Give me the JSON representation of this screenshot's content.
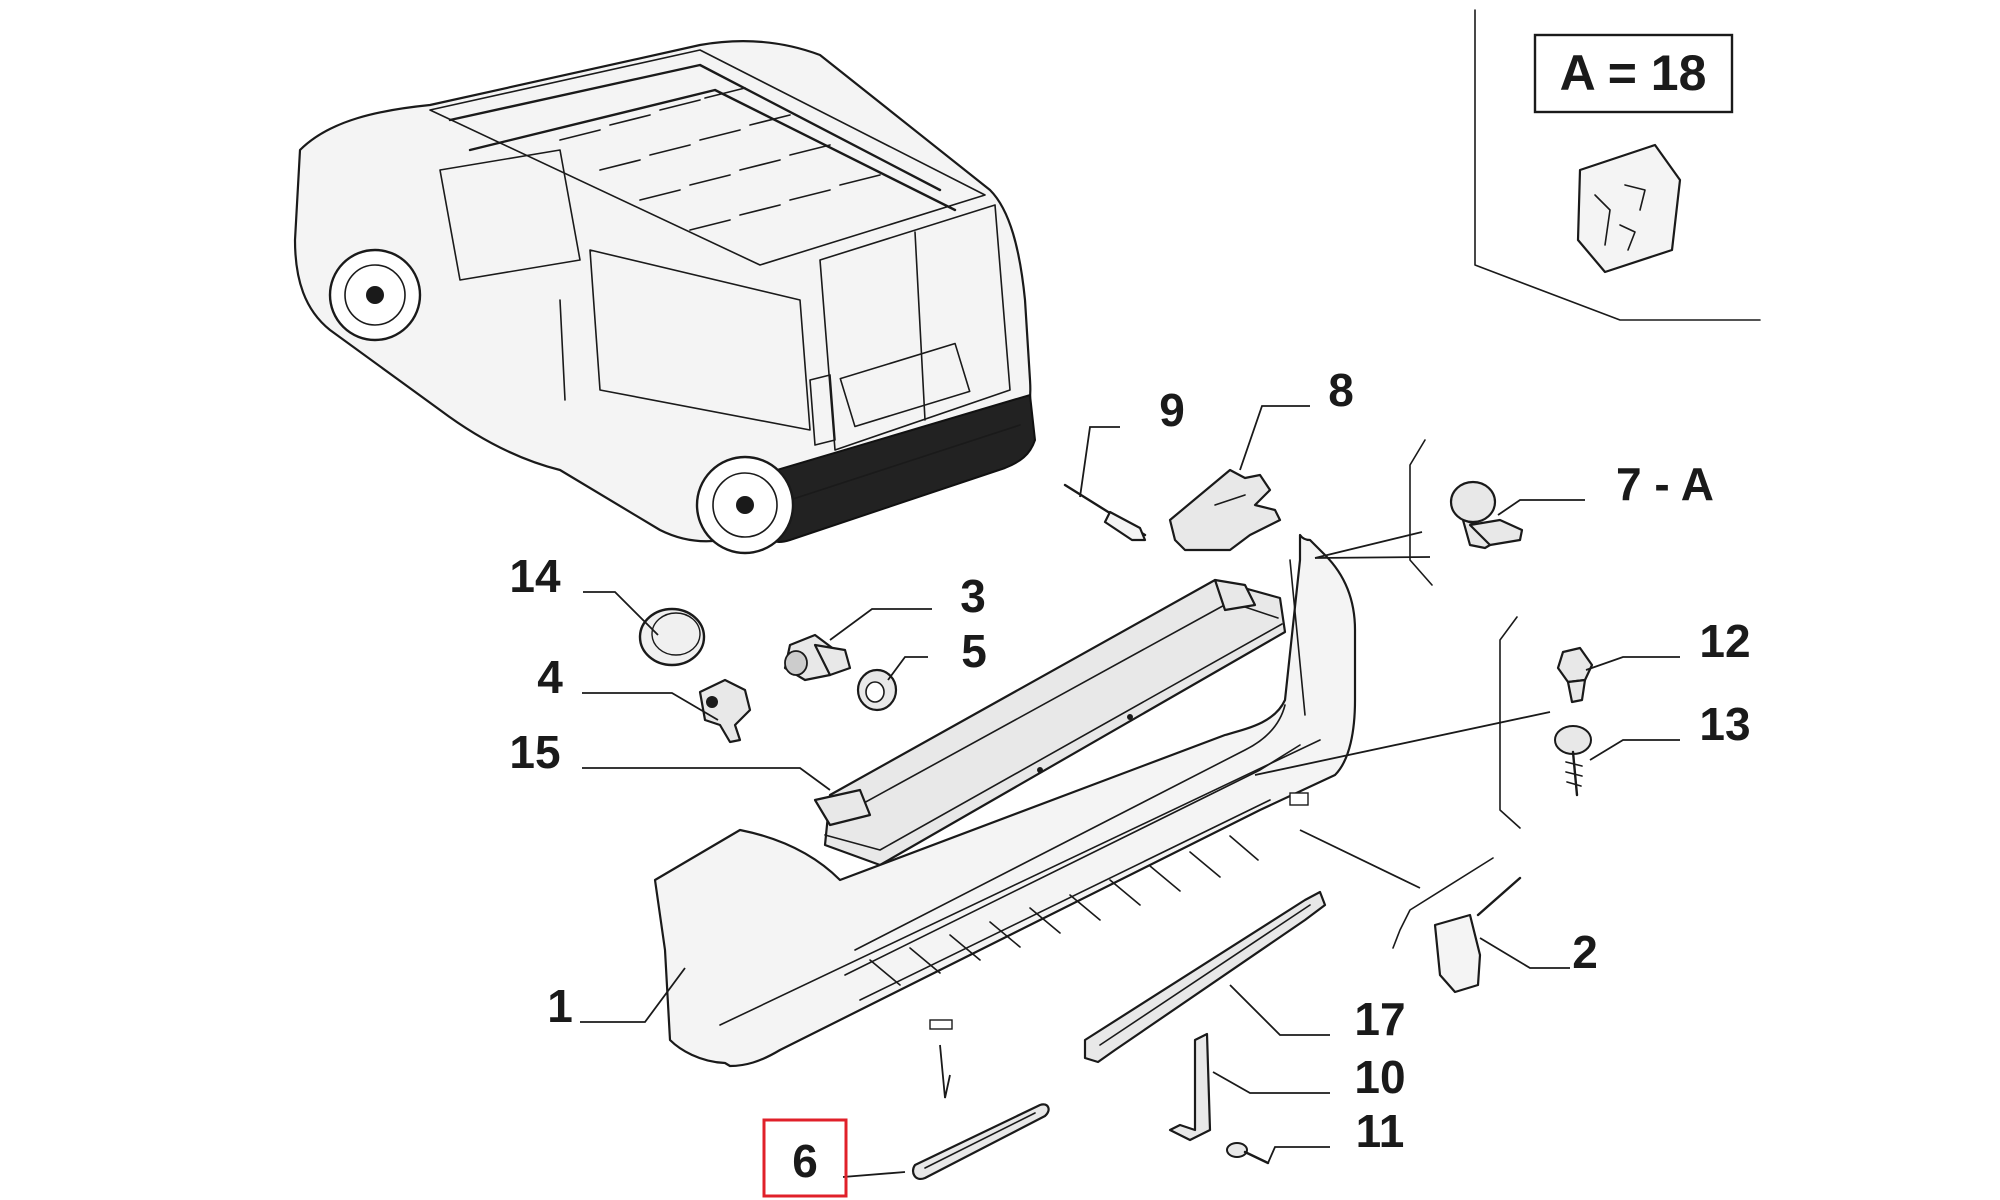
{
  "legend_box": {
    "text": "A = 18"
  },
  "highlight": {
    "color": "#e0202a",
    "part": "6"
  },
  "callouts": {
    "c1": "1",
    "c2": "2",
    "c3": "3",
    "c4": "4",
    "c5": "5",
    "c6": "6",
    "c7": "7 - A",
    "c8": "8",
    "c9": "9",
    "c10": "10",
    "c11": "11",
    "c12": "12",
    "c13": "13",
    "c14": "14",
    "c15": "15",
    "c17": "17"
  }
}
